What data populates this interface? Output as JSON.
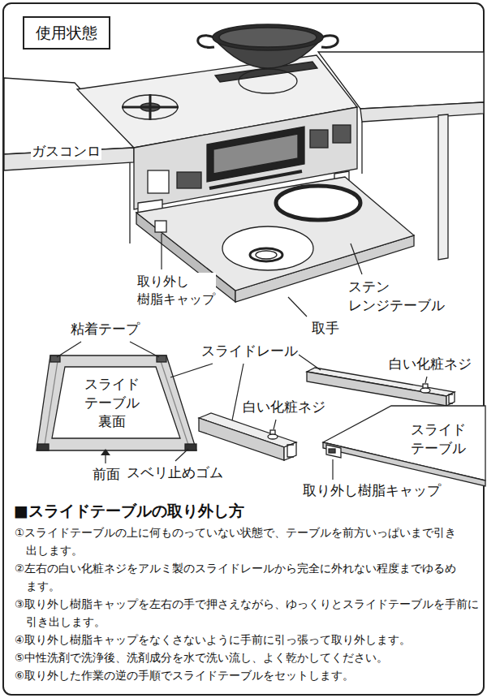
{
  "diagram": {
    "nodes": [
      {
        "text": [
          "使用状態"
        ]
      }
    ],
    "labels": [
      "ガスコンロ",
      "取り外し 樹脂キャップ",
      "ステン レンジテーブル",
      "取手",
      "粘着テープ",
      "スライドレール",
      "白い化粧ネジ",
      "スライド テーブル 裏面",
      "白い化粧ネジ",
      "前面",
      "スベリ止めゴム",
      "スライド テーブル",
      "取り外し樹脂キャップ",
      "■スライドテーブルの取り外し方",
      "①スライドテーブルの上に何ものっていない状態で、テーブルを前方いっぱいまで引き 出します。",
      "②左右の白い化粧ネジをアルミ製のスライドレールから完全に外れない程度までゆるめ ます。",
      "③取り外し樹脂キャップを左右の手で押さえながら、ゆっくりとスライドテーブルを手前に 引き出します。",
      "④取り外し樹脂キャップをなくさないように手前に引っ張って取り外します。",
      "⑤中性洗剤で洗浄後、洗剤成分を水で洗い流し、よく乾かしてください。",
      "⑥取り外した作業の逆の手順でスライドテーブルをセットします。"
    ]
  }
}
